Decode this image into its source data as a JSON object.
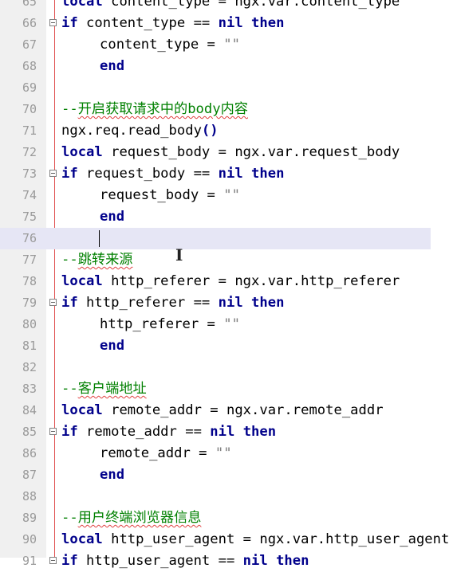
{
  "editor": {
    "lines": [
      {
        "n": "65",
        "fold": false,
        "current": false,
        "indent": 0,
        "tokens": [
          {
            "t": "kw",
            "v": "local"
          },
          {
            "t": "pl",
            "v": " content_type = ngx.var.content_type"
          }
        ]
      },
      {
        "n": "66",
        "fold": true,
        "current": false,
        "indent": 0,
        "tokens": [
          {
            "t": "kw",
            "v": "if"
          },
          {
            "t": "pl",
            "v": " content_type == "
          },
          {
            "t": "kw",
            "v": "nil"
          },
          {
            "t": "pl",
            "v": " "
          },
          {
            "t": "kw",
            "v": "then"
          }
        ]
      },
      {
        "n": "67",
        "fold": false,
        "current": false,
        "indent": 1,
        "tokens": [
          {
            "t": "pl",
            "v": "content_type = "
          },
          {
            "t": "str",
            "v": "\"\""
          }
        ]
      },
      {
        "n": "68",
        "fold": false,
        "current": false,
        "indent": 1,
        "tokens": [
          {
            "t": "kw",
            "v": "end"
          }
        ]
      },
      {
        "n": "69",
        "fold": false,
        "current": false,
        "indent": 0,
        "tokens": []
      },
      {
        "n": "70",
        "fold": false,
        "current": false,
        "indent": 0,
        "tokens": [
          {
            "t": "cm",
            "v": "--"
          },
          {
            "t": "cm sq",
            "v": "开启获取请求中的body内容"
          }
        ]
      },
      {
        "n": "71",
        "fold": false,
        "current": false,
        "indent": 0,
        "tokens": [
          {
            "t": "pl",
            "v": "ngx.req.read_body"
          },
          {
            "t": "kw",
            "v": "()"
          }
        ]
      },
      {
        "n": "72",
        "fold": false,
        "current": false,
        "indent": 0,
        "tokens": [
          {
            "t": "kw",
            "v": "local"
          },
          {
            "t": "pl",
            "v": " request_body = ngx.var.request_body"
          }
        ]
      },
      {
        "n": "73",
        "fold": true,
        "current": false,
        "indent": 0,
        "tokens": [
          {
            "t": "kw",
            "v": "if"
          },
          {
            "t": "pl",
            "v": " request_body == "
          },
          {
            "t": "kw",
            "v": "nil"
          },
          {
            "t": "pl",
            "v": " "
          },
          {
            "t": "kw",
            "v": "then"
          }
        ]
      },
      {
        "n": "74",
        "fold": false,
        "current": false,
        "indent": 1,
        "tokens": [
          {
            "t": "pl",
            "v": "request_body = "
          },
          {
            "t": "str",
            "v": "\"\""
          }
        ]
      },
      {
        "n": "75",
        "fold": false,
        "current": false,
        "indent": 1,
        "tokens": [
          {
            "t": "kw",
            "v": "end"
          }
        ]
      },
      {
        "n": "76",
        "fold": false,
        "current": true,
        "indent": 0,
        "tokens": []
      },
      {
        "n": "77",
        "fold": false,
        "current": false,
        "indent": 0,
        "tokens": [
          {
            "t": "cm",
            "v": "--"
          },
          {
            "t": "cm sq",
            "v": "跳转来源"
          }
        ]
      },
      {
        "n": "78",
        "fold": false,
        "current": false,
        "indent": 0,
        "tokens": [
          {
            "t": "kw",
            "v": "local"
          },
          {
            "t": "pl",
            "v": " http_referer = ngx.var.http_referer"
          }
        ]
      },
      {
        "n": "79",
        "fold": true,
        "current": false,
        "indent": 0,
        "tokens": [
          {
            "t": "kw",
            "v": "if"
          },
          {
            "t": "pl",
            "v": " http_referer == "
          },
          {
            "t": "kw",
            "v": "nil"
          },
          {
            "t": "pl",
            "v": " "
          },
          {
            "t": "kw",
            "v": "then"
          }
        ]
      },
      {
        "n": "80",
        "fold": false,
        "current": false,
        "indent": 1,
        "tokens": [
          {
            "t": "pl",
            "v": "http_referer = "
          },
          {
            "t": "str",
            "v": "\"\""
          }
        ]
      },
      {
        "n": "81",
        "fold": false,
        "current": false,
        "indent": 1,
        "tokens": [
          {
            "t": "kw",
            "v": "end"
          }
        ]
      },
      {
        "n": "82",
        "fold": false,
        "current": false,
        "indent": 0,
        "tokens": []
      },
      {
        "n": "83",
        "fold": false,
        "current": false,
        "indent": 0,
        "tokens": [
          {
            "t": "cm",
            "v": "--"
          },
          {
            "t": "cm sq",
            "v": "客户端地址"
          }
        ]
      },
      {
        "n": "84",
        "fold": false,
        "current": false,
        "indent": 0,
        "tokens": [
          {
            "t": "kw",
            "v": "local"
          },
          {
            "t": "pl",
            "v": " remote_addr = ngx.var.remote_addr"
          }
        ]
      },
      {
        "n": "85",
        "fold": true,
        "current": false,
        "indent": 0,
        "tokens": [
          {
            "t": "kw",
            "v": "if"
          },
          {
            "t": "pl",
            "v": " remote_addr == "
          },
          {
            "t": "kw",
            "v": "nil"
          },
          {
            "t": "pl",
            "v": " "
          },
          {
            "t": "kw",
            "v": "then"
          }
        ]
      },
      {
        "n": "86",
        "fold": false,
        "current": false,
        "indent": 1,
        "tokens": [
          {
            "t": "pl",
            "v": "remote_addr = "
          },
          {
            "t": "str",
            "v": "\"\""
          }
        ]
      },
      {
        "n": "87",
        "fold": false,
        "current": false,
        "indent": 1,
        "tokens": [
          {
            "t": "kw",
            "v": "end"
          }
        ]
      },
      {
        "n": "88",
        "fold": false,
        "current": false,
        "indent": 0,
        "tokens": []
      },
      {
        "n": "89",
        "fold": false,
        "current": false,
        "indent": 0,
        "tokens": [
          {
            "t": "cm",
            "v": "--"
          },
          {
            "t": "cm sq",
            "v": "用户终端浏览器信息"
          }
        ]
      },
      {
        "n": "90",
        "fold": false,
        "current": false,
        "indent": 0,
        "tokens": [
          {
            "t": "kw",
            "v": "local"
          },
          {
            "t": "pl",
            "v": " http_user_agent = ngx.var.http_user_agent"
          }
        ]
      },
      {
        "n": "91",
        "fold": true,
        "current": false,
        "indent": 0,
        "tokens": [
          {
            "t": "kw",
            "v": "if"
          },
          {
            "t": "pl",
            "v": " http_user_agent == "
          },
          {
            "t": "kw",
            "v": "nil"
          },
          {
            "t": "pl",
            "v": " "
          },
          {
            "t": "kw",
            "v": "then"
          }
        ]
      }
    ]
  },
  "colors": {
    "keyword": "#00008b",
    "comment": "#008000",
    "string": "#808080",
    "current_line": "#e6e6f5",
    "gutter": "#f0f0f0"
  },
  "icons": {
    "fold": "fold-minus-icon",
    "cursor": "ibeam-cursor-icon"
  }
}
